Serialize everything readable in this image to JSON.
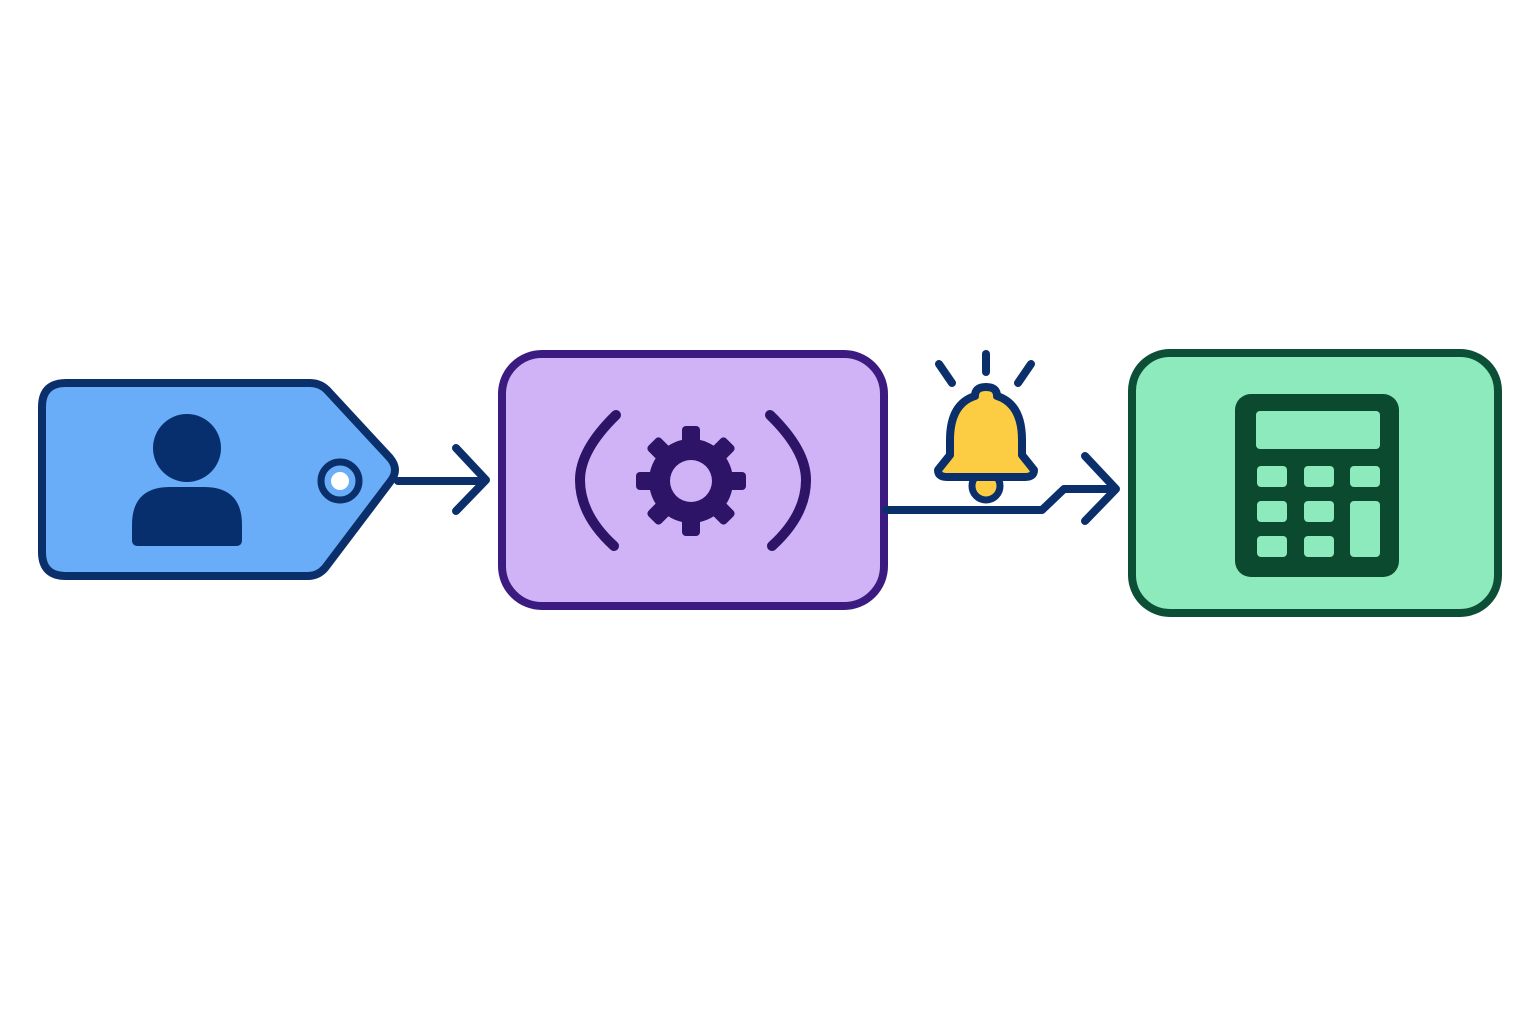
{
  "diagram": {
    "background": "#ffffff",
    "nodes": [
      {
        "id": "user-tag",
        "shape": "tag",
        "icon": "user-icon",
        "fill": "#69adf8",
        "stroke": "#0b2f6b",
        "icon_color": "#072f6e"
      },
      {
        "id": "processing",
        "shape": "rounded-rect",
        "icon": "gear-icon",
        "decoration": "broadcast-parentheses",
        "fill": "#d0b3f7",
        "stroke": "#3c1b80",
        "icon_color": "#2e1466"
      },
      {
        "id": "calculator",
        "shape": "rounded-rect",
        "icon": "calculator-icon",
        "fill": "#8deabd",
        "stroke": "#0d4f36",
        "icon_color": "#0c4a30",
        "key_color": "#8deabd"
      }
    ],
    "edges": [
      {
        "from": "user-tag",
        "to": "processing",
        "style": "straight-arrow",
        "color": "#0b2f6b"
      },
      {
        "from": "processing",
        "to": "calculator",
        "style": "stepped-arrow",
        "color": "#0b2f6b",
        "marker": "bell-icon"
      }
    ],
    "bell": {
      "fill": "#fccd42",
      "stroke": "#0b2f6b"
    }
  }
}
